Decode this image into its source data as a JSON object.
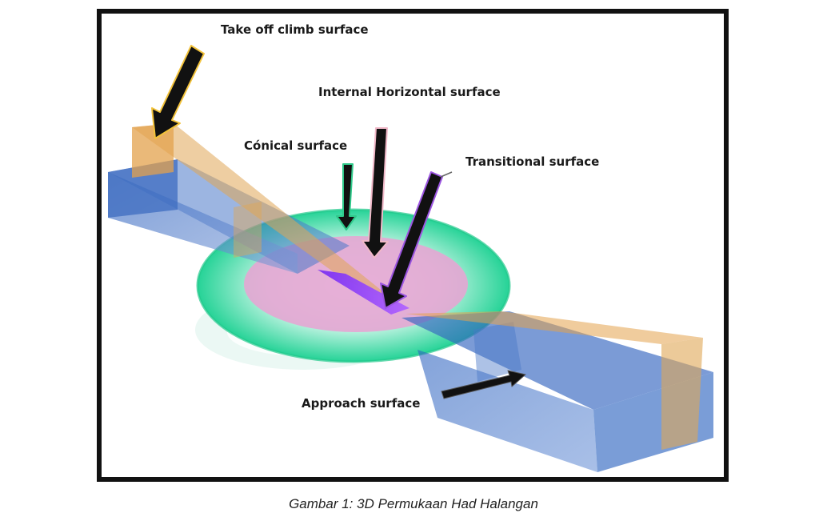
{
  "figure": {
    "labels": {
      "takeoff": "Take off climb surface",
      "internal_horizontal": "Internal Horizontal surface",
      "conical": "Cónical surface",
      "transitional": "Transitional surface",
      "approach": "Approach surface"
    },
    "caption": "Gambar 1: 3D Permukaan Had Halangan"
  },
  "colors": {
    "frame_border": "#111111",
    "blue_volume": "#4a78c8",
    "orange_volume": "#e0a655",
    "conical_green": "#25d69a",
    "inner_pink": "#e6a8d6",
    "runway_purple": "#9a3ff0",
    "arrow_fill": "#111111",
    "arrow_outline_takeoff": "#f2c23a",
    "arrow_outline_internal": "#f0b8c8",
    "arrow_outline_conical": "#2fc98a",
    "arrow_outline_transitional": "#9b55e0"
  }
}
